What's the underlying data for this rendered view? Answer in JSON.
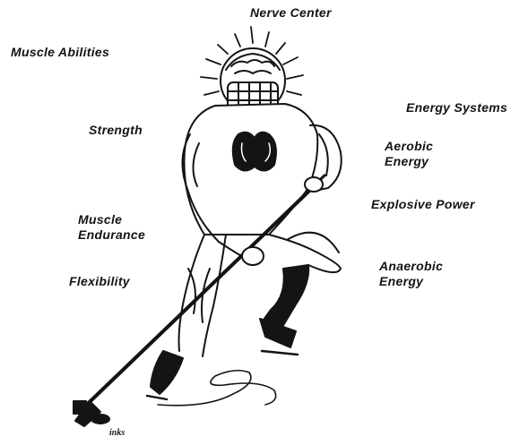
{
  "labels": {
    "nerve_center": "Nerve Center",
    "muscle_abilities": "Muscle Abilities",
    "strength": "Strength",
    "energy_systems": "Energy Systems",
    "aerobic_line1": "Aerobic",
    "aerobic_line2": "Energy",
    "explosive_power": "Explosive Power",
    "muscle_endurance_line1": "Muscle",
    "muscle_endurance_line2": "Endurance",
    "flexibility": "Flexibility",
    "anaerobic_line1": "Anaerobic",
    "anaerobic_line2": "Energy"
  },
  "signature": "inks",
  "colors": {
    "ink": "#141414",
    "background": "#ffffff"
  }
}
